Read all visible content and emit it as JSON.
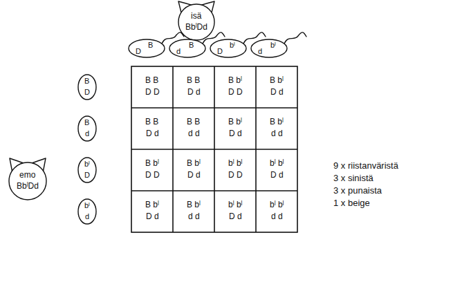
{
  "diagram": {
    "nodes": [
      {
        "text": [
          "isä",
          "BbˡDd"
        ]
      },
      {
        "text": [
          "D",
          "B"
        ]
      },
      {
        "text": [
          "d",
          "B"
        ]
      },
      {
        "text": [
          "D",
          "bˡ"
        ]
      },
      {
        "text": [
          "d",
          "bˡ"
        ]
      },
      {
        "text": [
          "emo",
          "BbˡDd"
        ]
      },
      {
        "text": [
          "B",
          "D"
        ]
      },
      {
        "text": [
          "B",
          "d"
        ]
      },
      {
        "text": [
          "bˡ",
          "D"
        ]
      },
      {
        "text": [
          "bˡ",
          "d"
        ]
      }
    ],
    "labels": [
      "B B",
      "D D",
      "B B",
      "D d",
      "B bˡ",
      "D D",
      "B bˡ",
      "D d",
      "B B",
      "D d",
      "B B",
      "d d",
      "B bˡ",
      "D d",
      "B bˡ",
      "d d",
      "B bˡ",
      "D D",
      "B bˡ",
      "D d",
      "bˡ bˡ",
      "D D",
      "bˡ bˡ",
      "D d",
      "B bˡ",
      "D d",
      "B bˡ",
      "d d",
      "bˡ bˡ",
      "D d",
      "bˡ bˡ",
      "d d",
      "9 x riistanväristä",
      "3 x sinistä",
      "3 x punaista",
      "1 x beige"
    ]
  }
}
